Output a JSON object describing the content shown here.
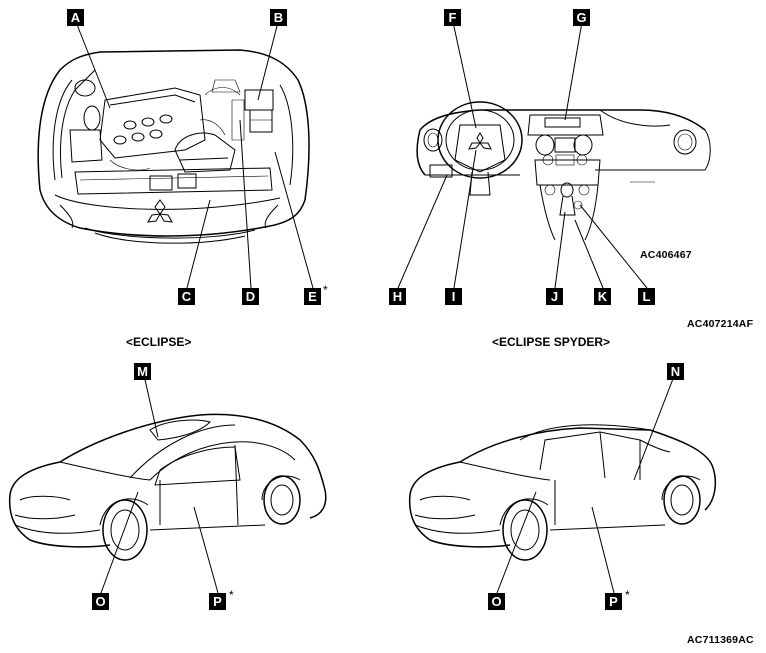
{
  "labels": {
    "A": "A",
    "B": "B",
    "C": "C",
    "D": "D",
    "E": "E",
    "F": "F",
    "G": "G",
    "H": "H",
    "I": "I",
    "J": "J",
    "K": "K",
    "L": "L",
    "M": "M",
    "N": "N",
    "O": "O",
    "P": "P"
  },
  "asterisk": "*",
  "codes": {
    "dash": "AC406467",
    "top": "AC407214AF",
    "bottom": "AC711369AC"
  },
  "captions": {
    "eclipse": "<ECLIPSE>",
    "spyder": "<ECLIPSE SPYDER>"
  }
}
